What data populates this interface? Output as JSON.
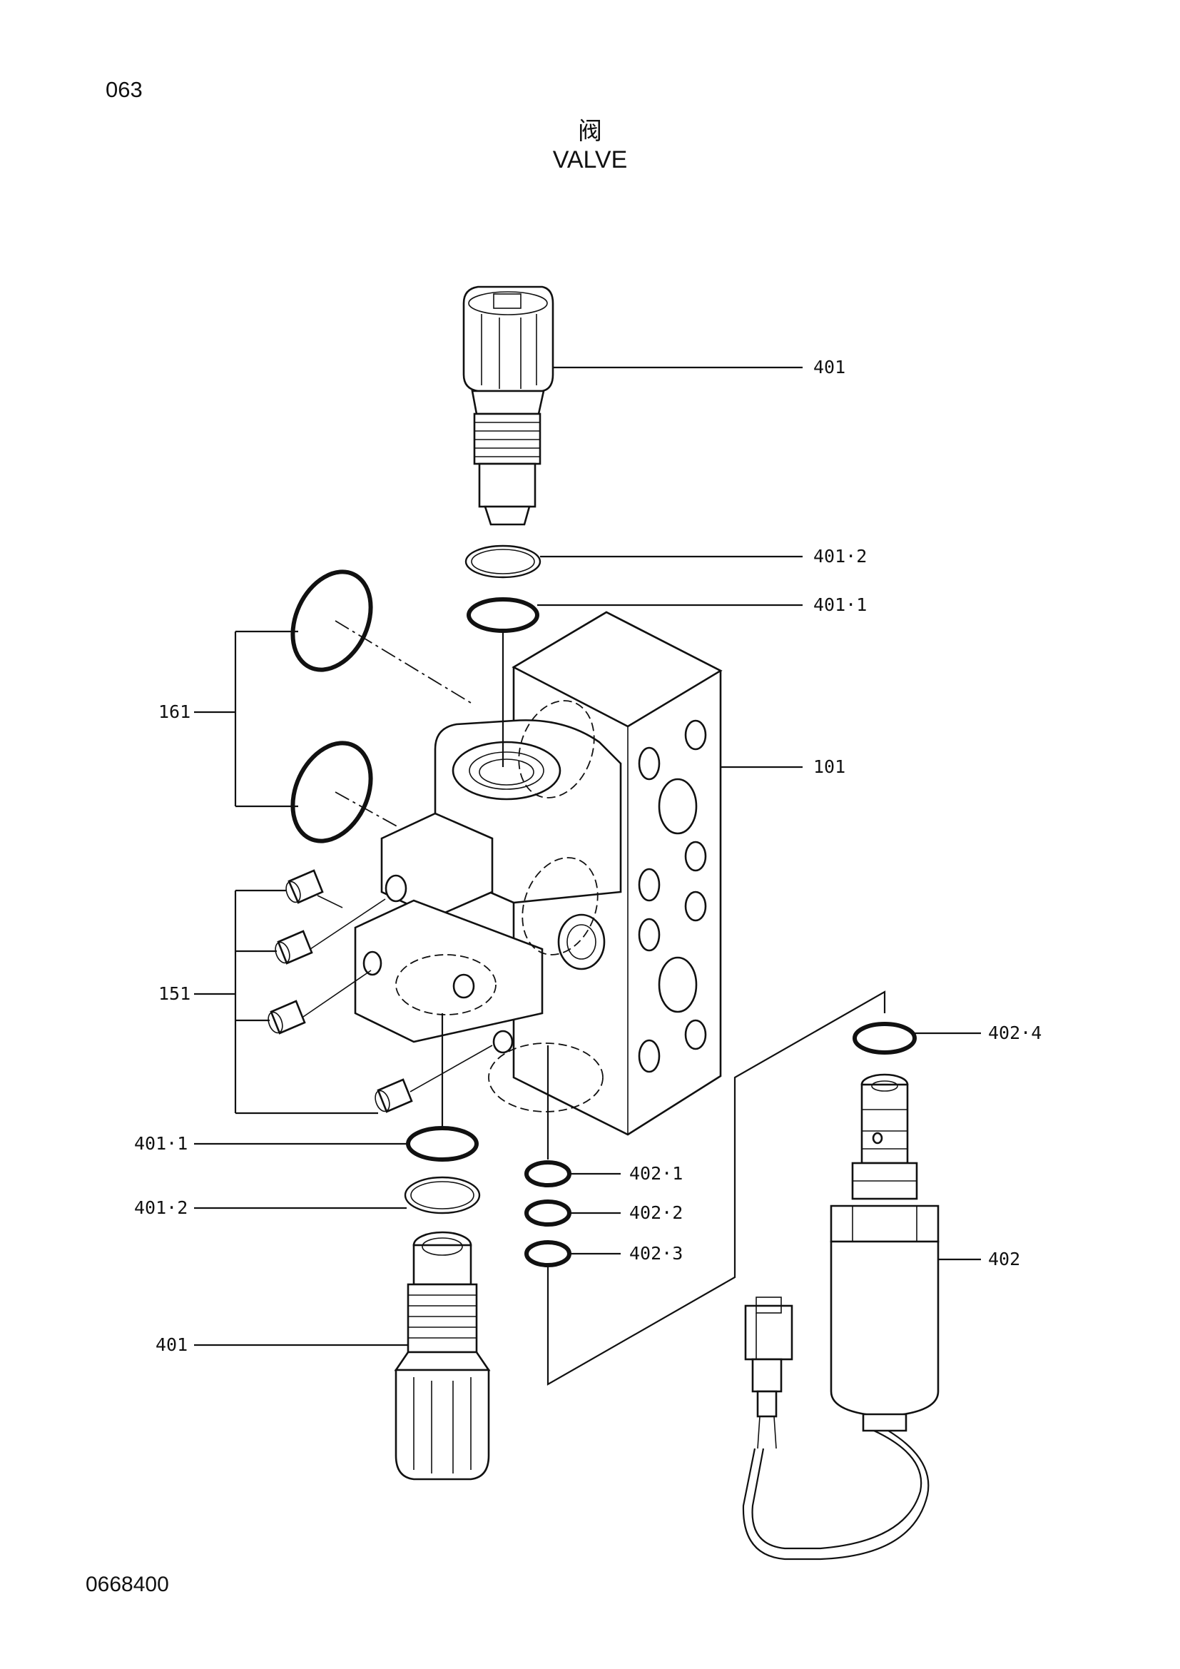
{
  "header": {
    "page_number": "063",
    "title_cn": "阀",
    "title_en": "VALVE"
  },
  "footer": {
    "drawing_code": "0668400"
  },
  "callouts": {
    "c401_top": "401",
    "c401_2_top": "401·2",
    "c401_1_top": "401·1",
    "c161": "161",
    "c101": "101",
    "c151": "151",
    "c402_4": "402·4",
    "c401_1_bottom": "401·1",
    "c401_2_bottom": "401·2",
    "c402_1": "402·1",
    "c402_2": "402·2",
    "c402_3": "402·3",
    "c402": "402",
    "c401_bottom": "401"
  }
}
